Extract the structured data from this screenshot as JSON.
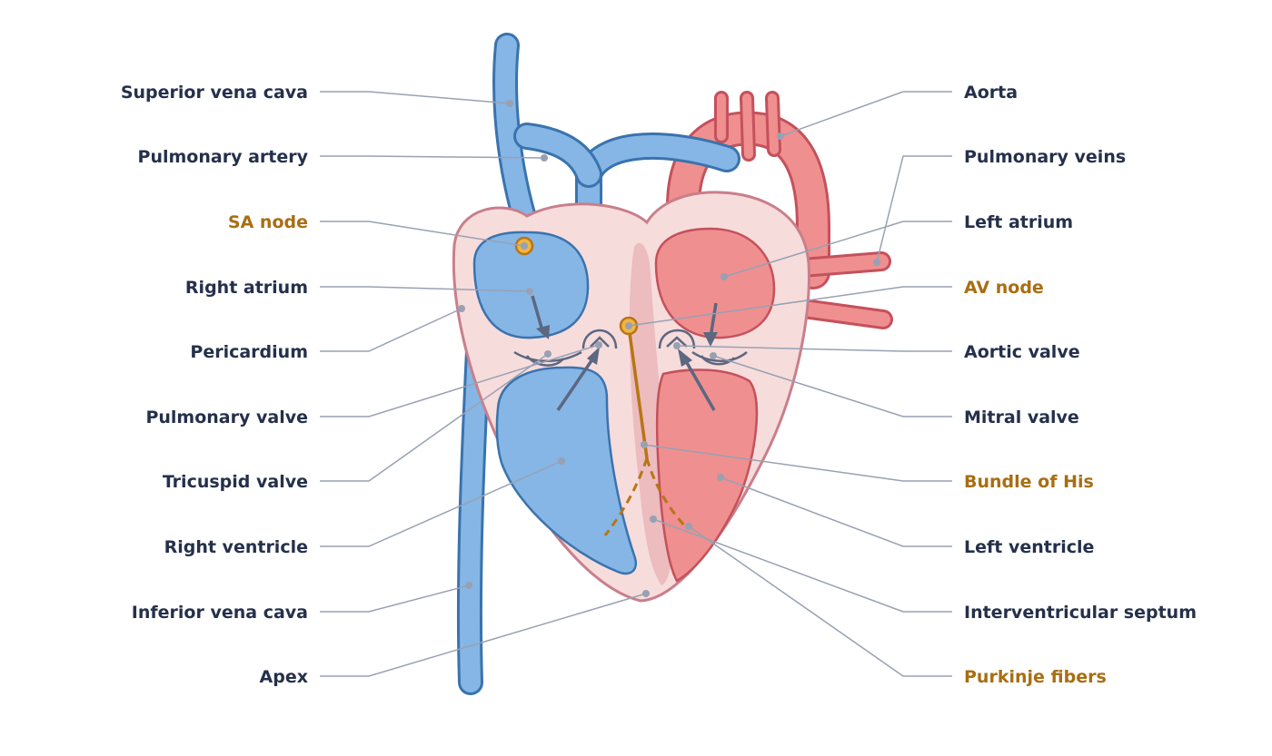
{
  "colors": {
    "blue_fill": "#85b6e6",
    "blue_stroke": "#3a73ad",
    "red_fill": "#ef8f8f",
    "red_stroke": "#c4515c",
    "heart_fill": "#f7dcdc",
    "heart_stroke": "#c97f8a",
    "septum": "#ecbcbf",
    "conduction": "#b87515",
    "label_dark": "#25304b",
    "label_gold": "#a86e12",
    "leader": "#98a1b3",
    "arrow": "#5c6780"
  },
  "labels_left": [
    {
      "id": "superior-vena-cava",
      "text": "Superior vena cava",
      "conduction": false
    },
    {
      "id": "pulmonary-artery",
      "text": "Pulmonary artery",
      "conduction": false
    },
    {
      "id": "sa-node",
      "text": "SA node",
      "conduction": true
    },
    {
      "id": "right-atrium",
      "text": "Right atrium",
      "conduction": false
    },
    {
      "id": "pericardium",
      "text": "Pericardium",
      "conduction": false
    },
    {
      "id": "pulmonary-valve",
      "text": "Pulmonary valve",
      "conduction": false
    },
    {
      "id": "tricuspid-valve",
      "text": "Tricuspid valve",
      "conduction": false
    },
    {
      "id": "right-ventricle",
      "text": "Right ventricle",
      "conduction": false
    },
    {
      "id": "inferior-vena-cava",
      "text": "Inferior vena cava",
      "conduction": false
    },
    {
      "id": "apex",
      "text": "Apex",
      "conduction": false
    }
  ],
  "labels_right": [
    {
      "id": "aorta",
      "text": "Aorta",
      "conduction": false
    },
    {
      "id": "pulmonary-veins",
      "text": "Pulmonary veins",
      "conduction": false
    },
    {
      "id": "left-atrium",
      "text": "Left atrium",
      "conduction": false
    },
    {
      "id": "av-node",
      "text": "AV node",
      "conduction": true
    },
    {
      "id": "aortic-valve",
      "text": "Aortic valve",
      "conduction": false
    },
    {
      "id": "mitral-valve",
      "text": "Mitral valve",
      "conduction": false
    },
    {
      "id": "bundle-of-his",
      "text": "Bundle of His",
      "conduction": true
    },
    {
      "id": "left-ventricle",
      "text": "Left ventricle",
      "conduction": false
    },
    {
      "id": "interventricular-septum",
      "text": "Interventricular septum",
      "conduction": false
    },
    {
      "id": "purkinje-fibers",
      "text": "Purkinje fibers",
      "conduction": true
    }
  ]
}
